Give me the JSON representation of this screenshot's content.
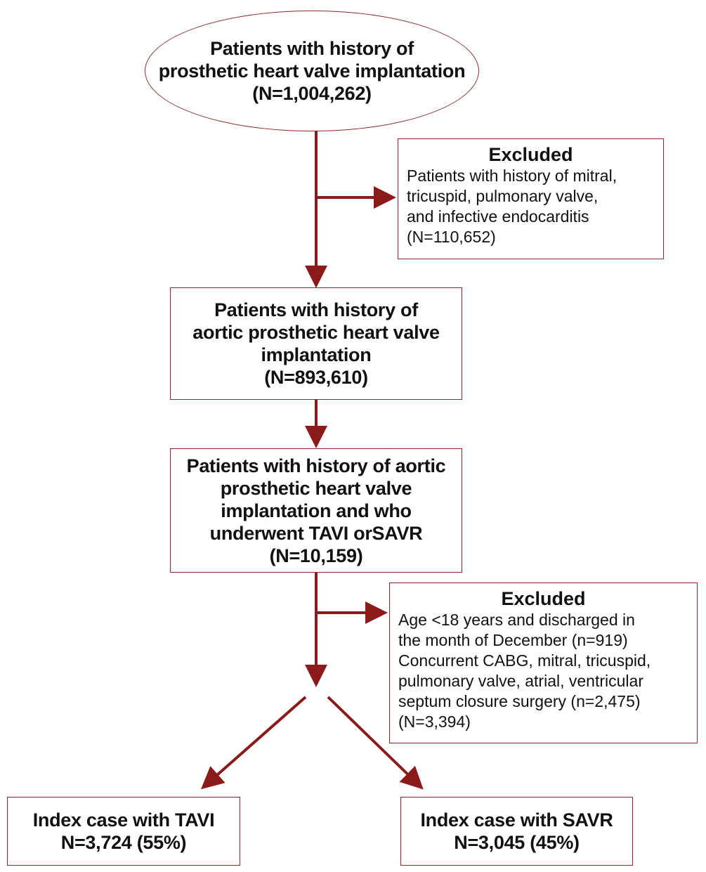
{
  "nodes": {
    "start": {
      "lines": [
        "Patients with history of",
        "prosthetic heart valve implantation",
        "(N=1,004,262)"
      ]
    },
    "excluded1": {
      "title": "Excluded",
      "lines": [
        "Patients with history of mitral,",
        "tricuspid, pulmonary valve,",
        "and infective endocarditis",
        "(N=110,652)"
      ]
    },
    "aortic": {
      "lines": [
        "Patients with history of",
        "aortic prosthetic heart valve",
        "implantation",
        "(N=893,610)"
      ]
    },
    "tavi_savr": {
      "lines": [
        "Patients with history of aortic",
        "prosthetic heart valve",
        "implantation and who",
        "underwent TAVI orSAVR",
        "(N=10,159)"
      ]
    },
    "excluded2": {
      "title": "Excluded",
      "lines": [
        "Age <18 years and discharged in",
        "the month of December (n=919)",
        "Concurrent CABG, mitral, tricuspid,",
        "pulmonary valve, atrial, ventricular",
        "septum closure surgery (n=2,475)",
        "(N=3,394)"
      ]
    },
    "tavi": {
      "lines": [
        "Index case with TAVI",
        "N=3,724 (55%)"
      ]
    },
    "savr": {
      "lines": [
        "Index case with SAVR",
        "N=3,045 (45%)"
      ]
    }
  },
  "colors": {
    "border": "#8b2a2a",
    "arrow": "#8b1a1a"
  }
}
